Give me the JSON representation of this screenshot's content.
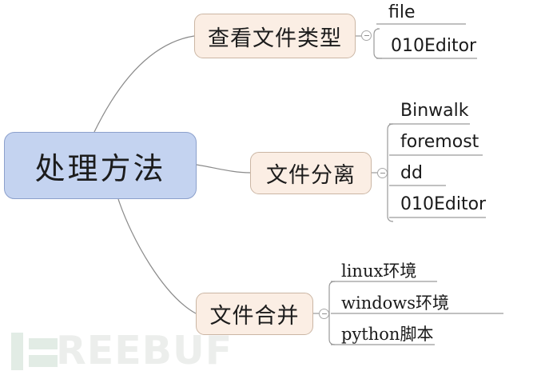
{
  "root": {
    "label": "处理方法",
    "fill": "#c4d3f0",
    "border": "#8ca0cc"
  },
  "branch_style": {
    "fill": "#fbeee4",
    "border": "#cbb6a4"
  },
  "connector_color": "#8a8a8a",
  "branches": [
    {
      "label": "查看文件类型",
      "collapsed": false,
      "toggle_glyph": "minus",
      "leaves": [
        {
          "label": "file"
        },
        {
          "label": "010Editor"
        }
      ]
    },
    {
      "label": "文件分离",
      "collapsed": false,
      "toggle_glyph": "minus",
      "leaves": [
        {
          "label": "Binwalk"
        },
        {
          "label": "foremost"
        },
        {
          "label": "dd"
        },
        {
          "label": "010Editor"
        }
      ]
    },
    {
      "label": "文件合并",
      "collapsed": false,
      "toggle_glyph": "minus",
      "leaves": [
        {
          "label": "linux环境"
        },
        {
          "label": "windows环境"
        },
        {
          "label": "python脚本"
        }
      ]
    }
  ],
  "watermark": {
    "text": "REEBUF",
    "logo_color": "#e2ece5",
    "text_color": "#eceeec"
  }
}
